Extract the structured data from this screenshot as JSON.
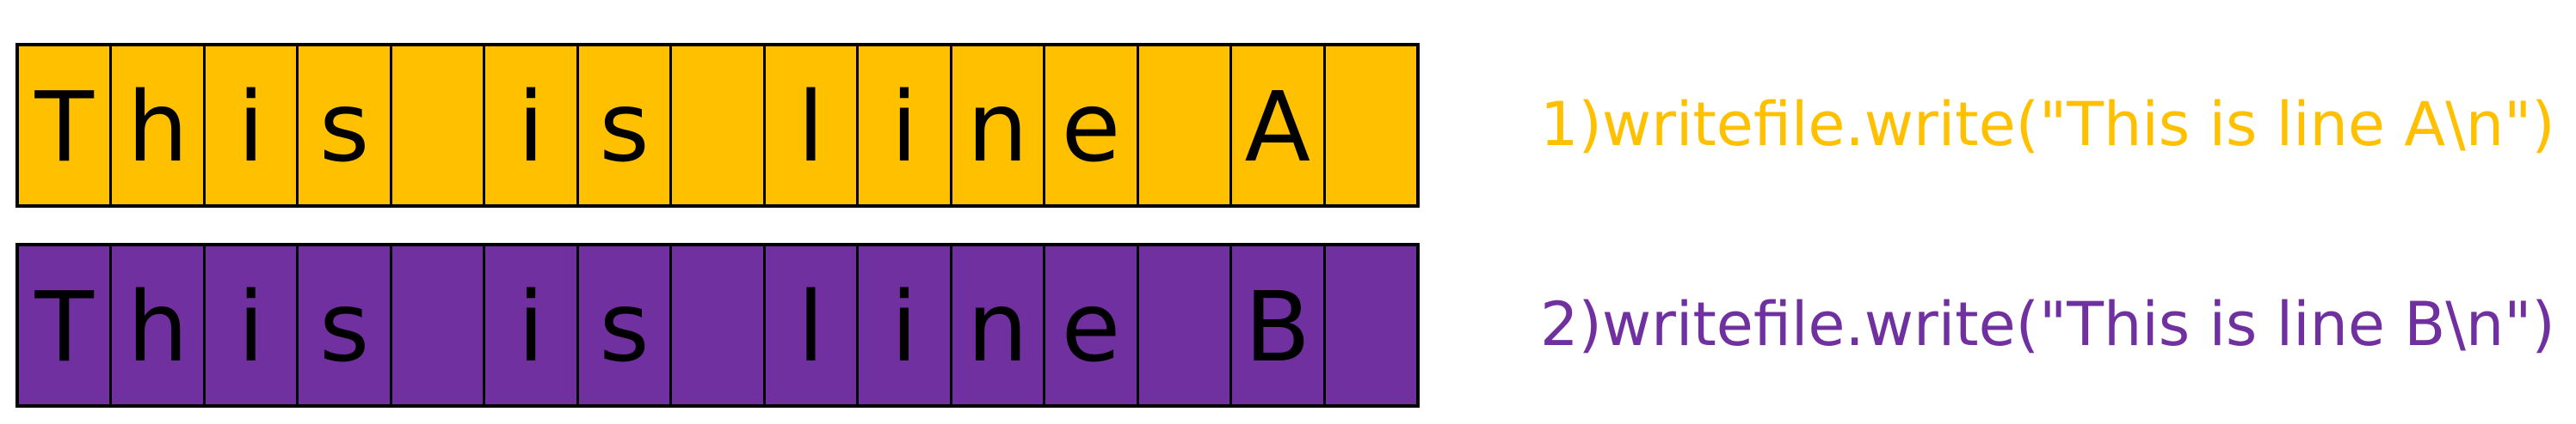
{
  "colors": {
    "line_a": "#FFC000",
    "line_b": "#7030A0",
    "border": "#000000",
    "text": "#000000"
  },
  "lines": [
    {
      "cells": [
        "T",
        "h",
        "i",
        "s",
        "",
        "i",
        "s",
        "",
        "l",
        "i",
        "n",
        "e",
        "",
        "A",
        ""
      ],
      "code": "1)writefile.write(\"This is line A\\n\")"
    },
    {
      "cells": [
        "T",
        "h",
        "i",
        "s",
        "",
        "i",
        "s",
        "",
        "l",
        "i",
        "n",
        "e",
        "",
        "B",
        ""
      ],
      "code": "2)writefile.write(\"This is line B\\n\")"
    }
  ]
}
